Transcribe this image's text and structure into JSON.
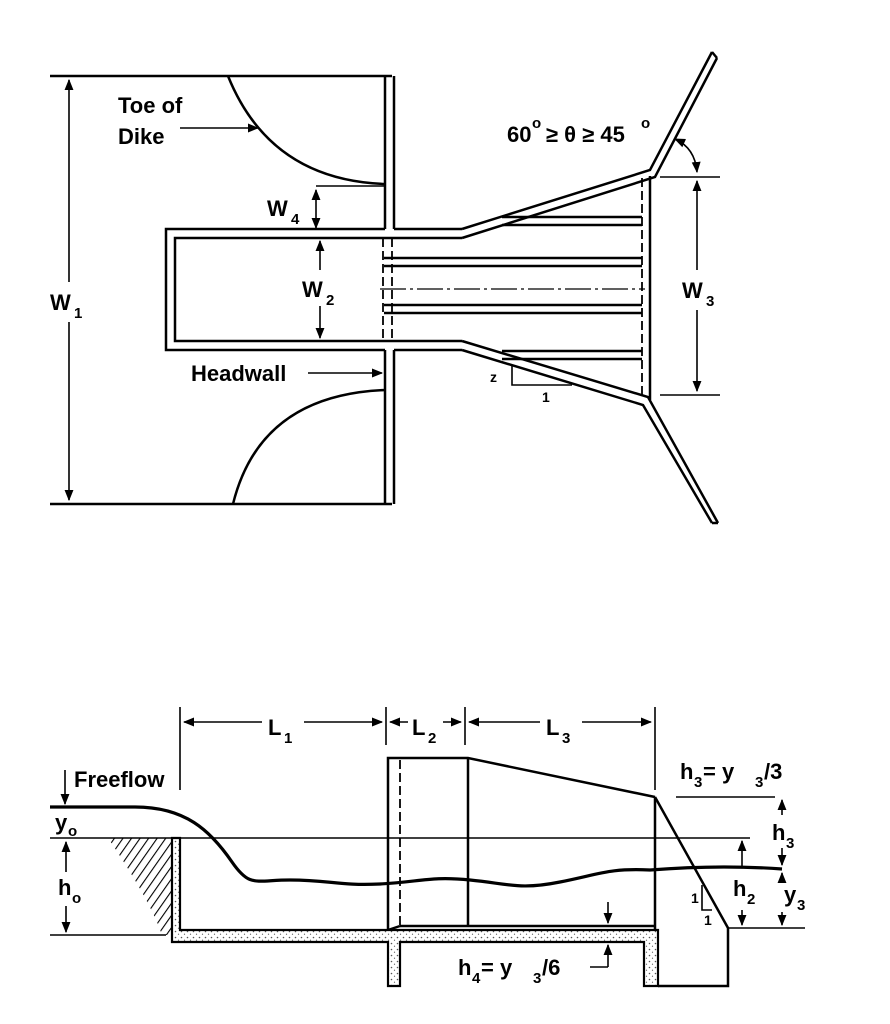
{
  "plan": {
    "toe_of_dike": "Toe of\nDike",
    "toe_line1": "Toe of",
    "toe_line2": "Dike",
    "angle": "60° ≥ θ ≥ 45°",
    "angle_a": "60",
    "angle_b": "≥ θ ≥ 45",
    "deg": "o",
    "w1": "W",
    "w1_sub": "1",
    "w2": "W",
    "w2_sub": "2",
    "w3": "W",
    "w3_sub": "3",
    "w4": "W",
    "w4_sub": "4",
    "headwall": "Headwall",
    "slope_z": "z",
    "slope_1": "1"
  },
  "profile": {
    "l1": "L",
    "l1_sub": "1",
    "l2": "L",
    "l2_sub": "2",
    "l3": "L",
    "l3_sub": "3",
    "freeflow": "Freeflow",
    "yo": "y",
    "yo_sub": "o",
    "ho": "h",
    "ho_sub": "o",
    "h3_eq": "h",
    "h3_eq_sub": "3",
    "h3_eq_rest": " = y",
    "h3_eq_sub2": "3",
    "h3_eq_end": "/3",
    "h3": "h",
    "h3_sub": "3",
    "h2": "h",
    "h2_sub": "2",
    "y3": "y",
    "y3_sub": "3",
    "h4_eq": "h",
    "h4_eq_sub": "4",
    "h4_eq_rest": " = y",
    "h4_eq_sub2": "3",
    "h4_eq_end": "/6",
    "slope_a": "1",
    "slope_b": "1"
  },
  "colors": {
    "ink": "#000000",
    "paper": "#ffffff",
    "concrete_dots": "#555555"
  }
}
